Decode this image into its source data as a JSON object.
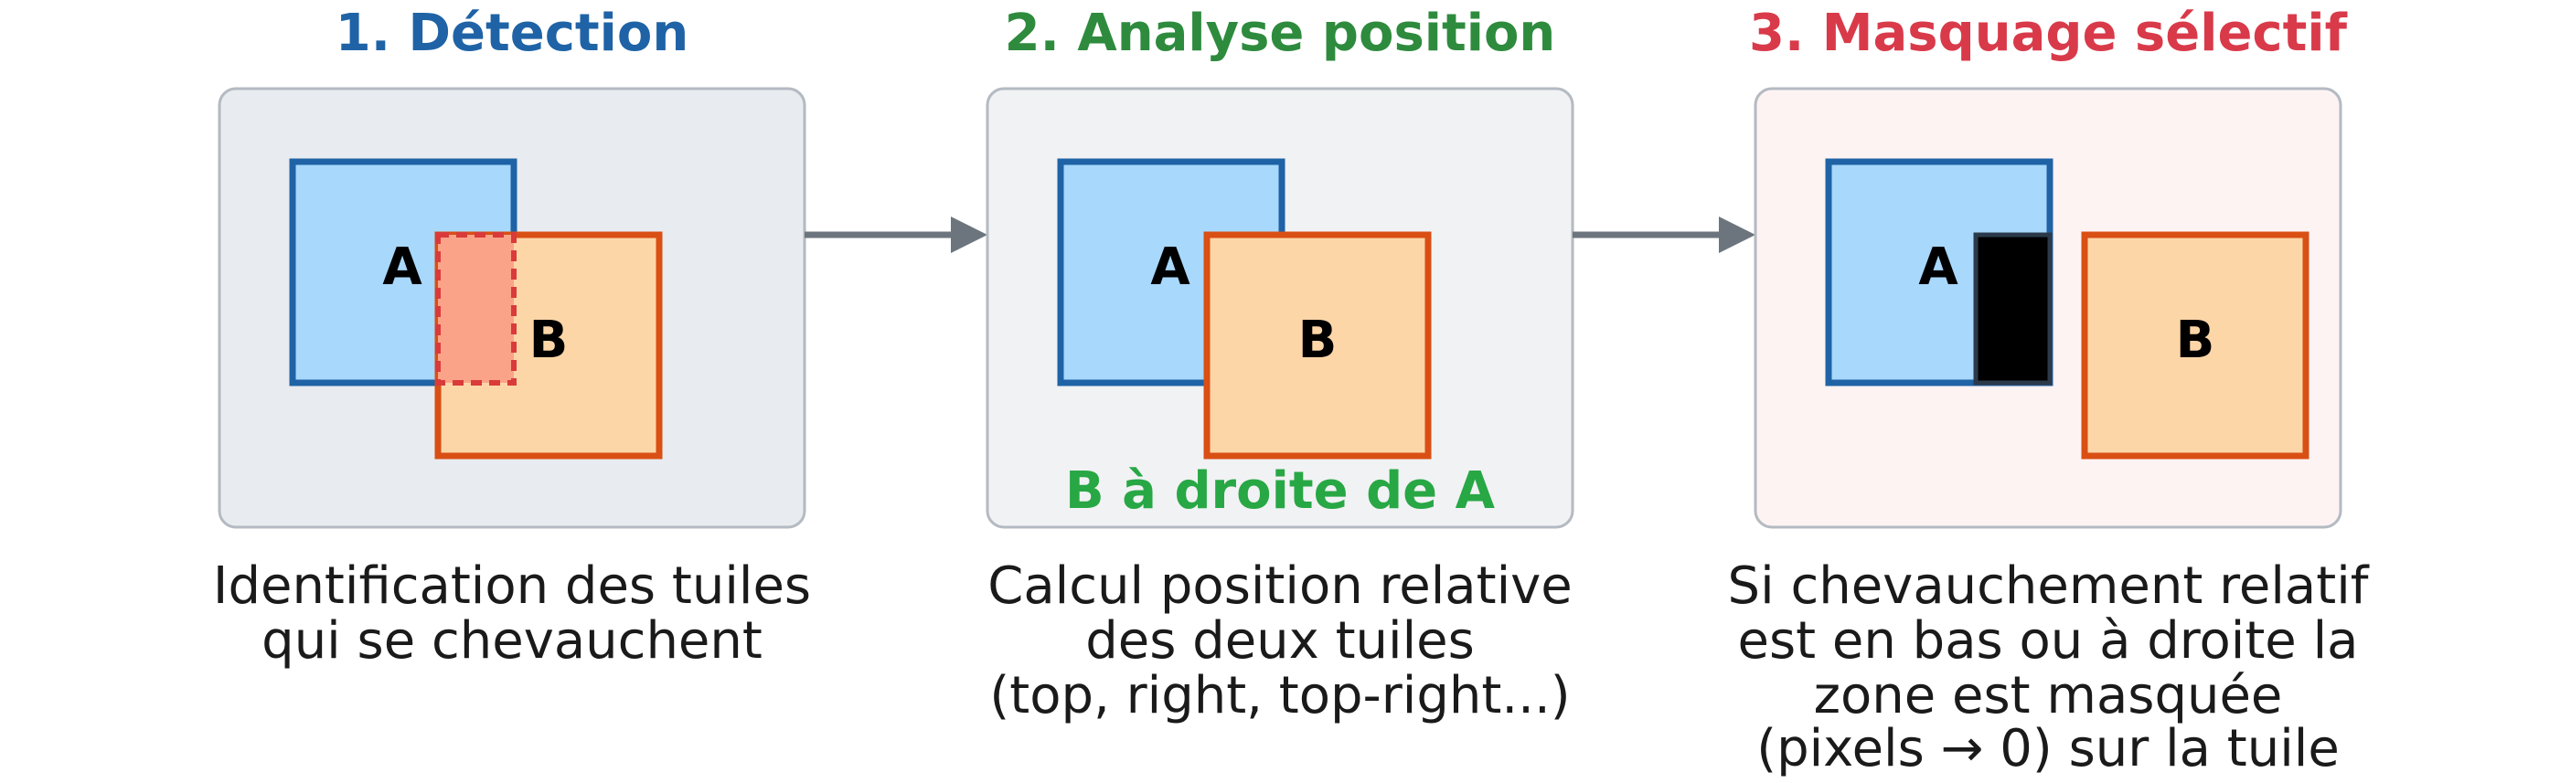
{
  "steps": [
    {
      "title": "1. Détection",
      "color": "#1f63a6",
      "panel_fill": "#e8ebef",
      "tile_a": "A",
      "tile_b": "B",
      "caption_lines": [
        "Identification des tuiles",
        "qui se chevauchent"
      ]
    },
    {
      "title": "2. Analyse position",
      "color": "#2e8b3e",
      "panel_fill": "#f1f2f4",
      "tile_a": "A",
      "tile_b": "B",
      "note": "B à droite de A",
      "note_color": "#28a745",
      "caption_lines": [
        "Calcul position relative",
        "des deux tuiles",
        "(top, right, top-right...)"
      ]
    },
    {
      "title": "3. Masquage sélectif",
      "color": "#d93a4a",
      "panel_fill": "#fdf3f3",
      "tile_a": "A",
      "tile_b": "B",
      "caption_lines": [
        "Si chevauchement relatif",
        "est en bas ou à droite la",
        "zone est masquée",
        "(pixels → 0) sur la tuile"
      ]
    }
  ],
  "colors": {
    "tile_a_fill": "#a8d8fc",
    "tile_a_stroke": "#1f63a6",
    "tile_b_fill": "#fdd6a8",
    "tile_b_stroke": "#d94f14",
    "overlap_fill": "#fba389",
    "overlap_stroke": "#d93a3a",
    "mask_fill": "#000000",
    "panel_stroke": "#b4bac2",
    "arrow": "#6c757d"
  }
}
